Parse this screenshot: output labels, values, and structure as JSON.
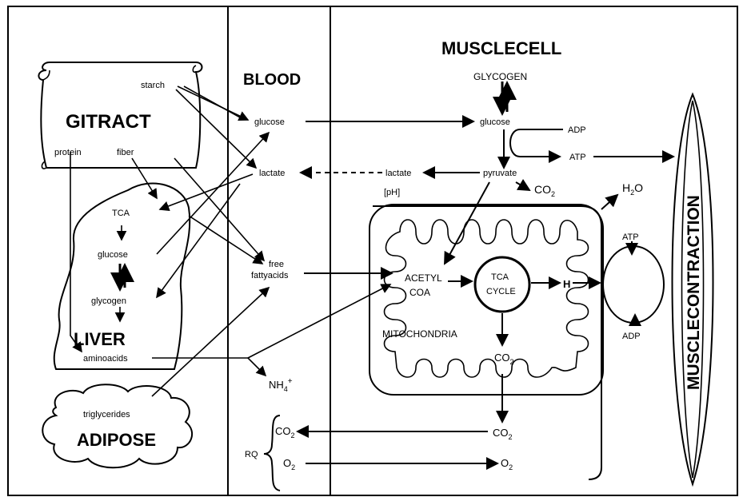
{
  "labels": {
    "muscle_cell": "MUSCLECELL",
    "blood": "BLOOD",
    "gi_tract": "GITRACT",
    "liver": "LIVER",
    "adipose": "ADIPOSE",
    "mitochondria": "MITOCHONDRIA",
    "muscle_contraction": "MUSCLECONTRACTION",
    "glycogen_muscle": "GLYCOGEN",
    "glucose_muscle": "glucose",
    "pyruvate": "pyruvate",
    "lactate_muscle": "lactate",
    "ph": "[pH]",
    "co2_top": "CO",
    "co2_mito": "CO",
    "co2_cell": "CO",
    "co2_rq": "CO",
    "o2_cell": "O",
    "o2_rq": "O",
    "subscript_2": "2",
    "subscript_4": "4",
    "plus": "+",
    "h2o": "H",
    "h2o_o": "O",
    "adp_top": "ADP",
    "atp_top": "ATP",
    "atp_cycle": "ATP",
    "adp_cycle": "ADP",
    "acetyl": "ACETYL",
    "coa": "COA",
    "tca": "TCA",
    "cycle": "CYCLE",
    "h_mito": "H",
    "starch": "starch",
    "protein": "protein",
    "fiber": "fiber",
    "glucose_blood": "glucose",
    "lactate_blood": "lactate",
    "free": "free",
    "fatty_acids": "fattyacids",
    "tca_liver": "TCA",
    "glucose_liver": "glucose",
    "glycogen_liver": "glycogen",
    "amino_acids": "aminoacids",
    "nh": "NH",
    "triglycerides": "triglycerides",
    "rq": "RQ"
  }
}
